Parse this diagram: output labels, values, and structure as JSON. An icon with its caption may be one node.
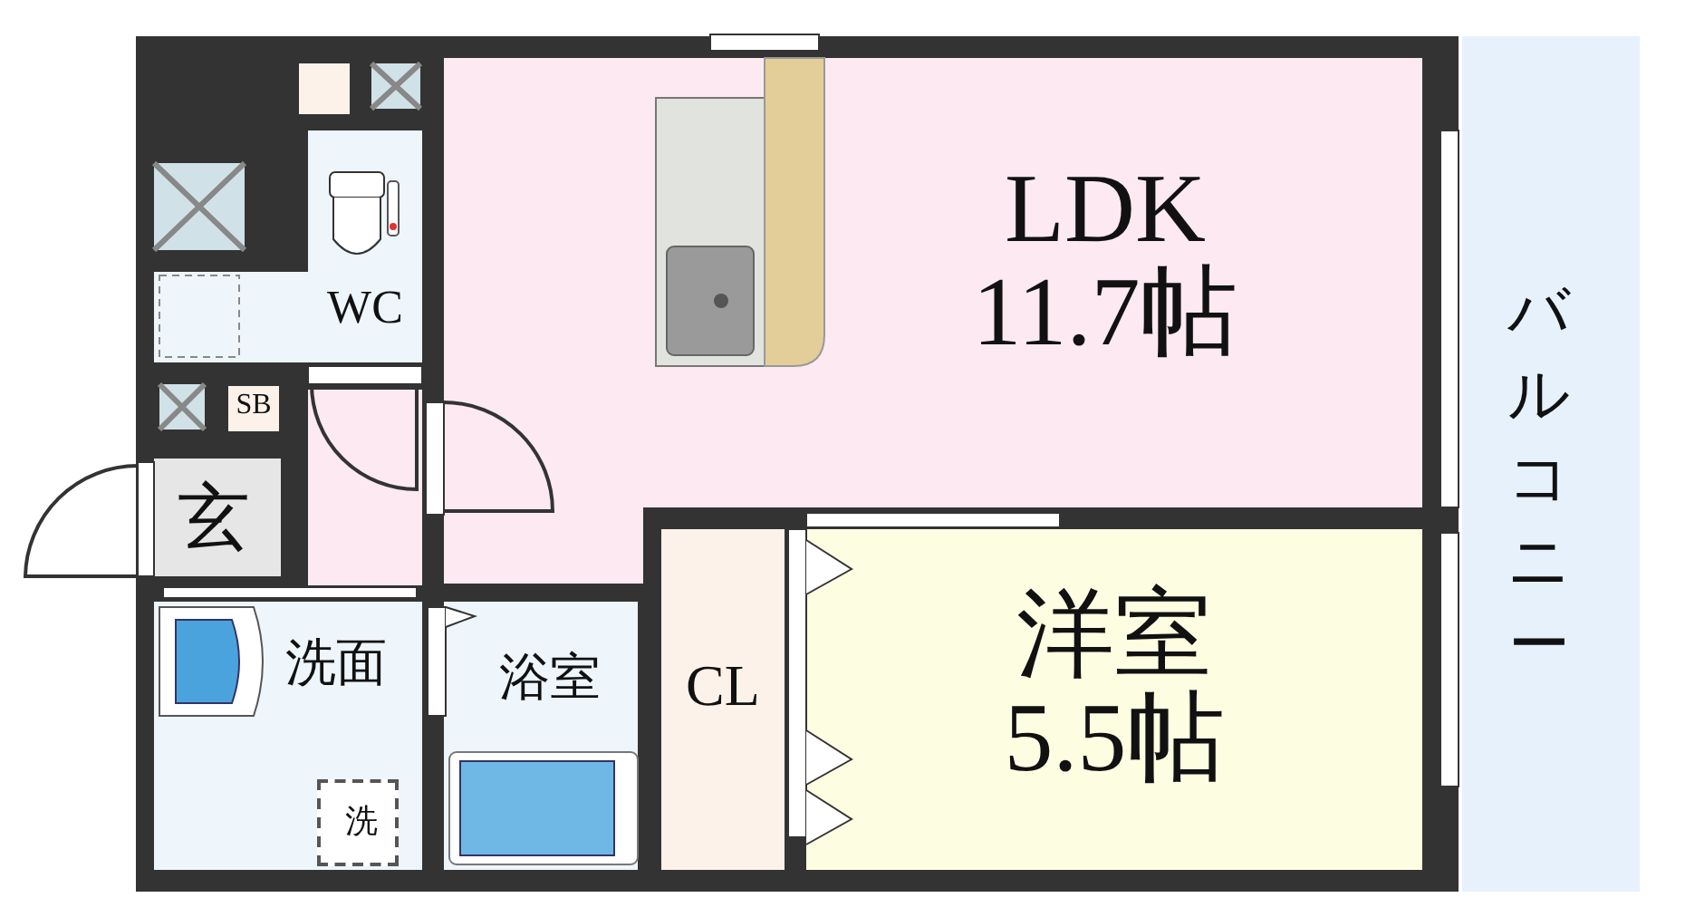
{
  "diagram": {
    "nodes": [
      {
        "text": [
          "WC"
        ]
      },
      {
        "text": [
          "SB"
        ]
      },
      {
        "text": [
          "玄"
        ]
      },
      {
        "text": [
          "洗面"
        ]
      },
      {
        "text": [
          "洗"
        ],
        "in": 3
      },
      {
        "text": [
          "浴室"
        ]
      },
      {
        "text": [
          "LDK 11.7帖"
        ]
      },
      {
        "text": [
          "CL"
        ]
      },
      {
        "text": [
          "洋室 5.5帖"
        ]
      },
      {
        "text": [
          "バルコニー"
        ]
      }
    ]
  }
}
